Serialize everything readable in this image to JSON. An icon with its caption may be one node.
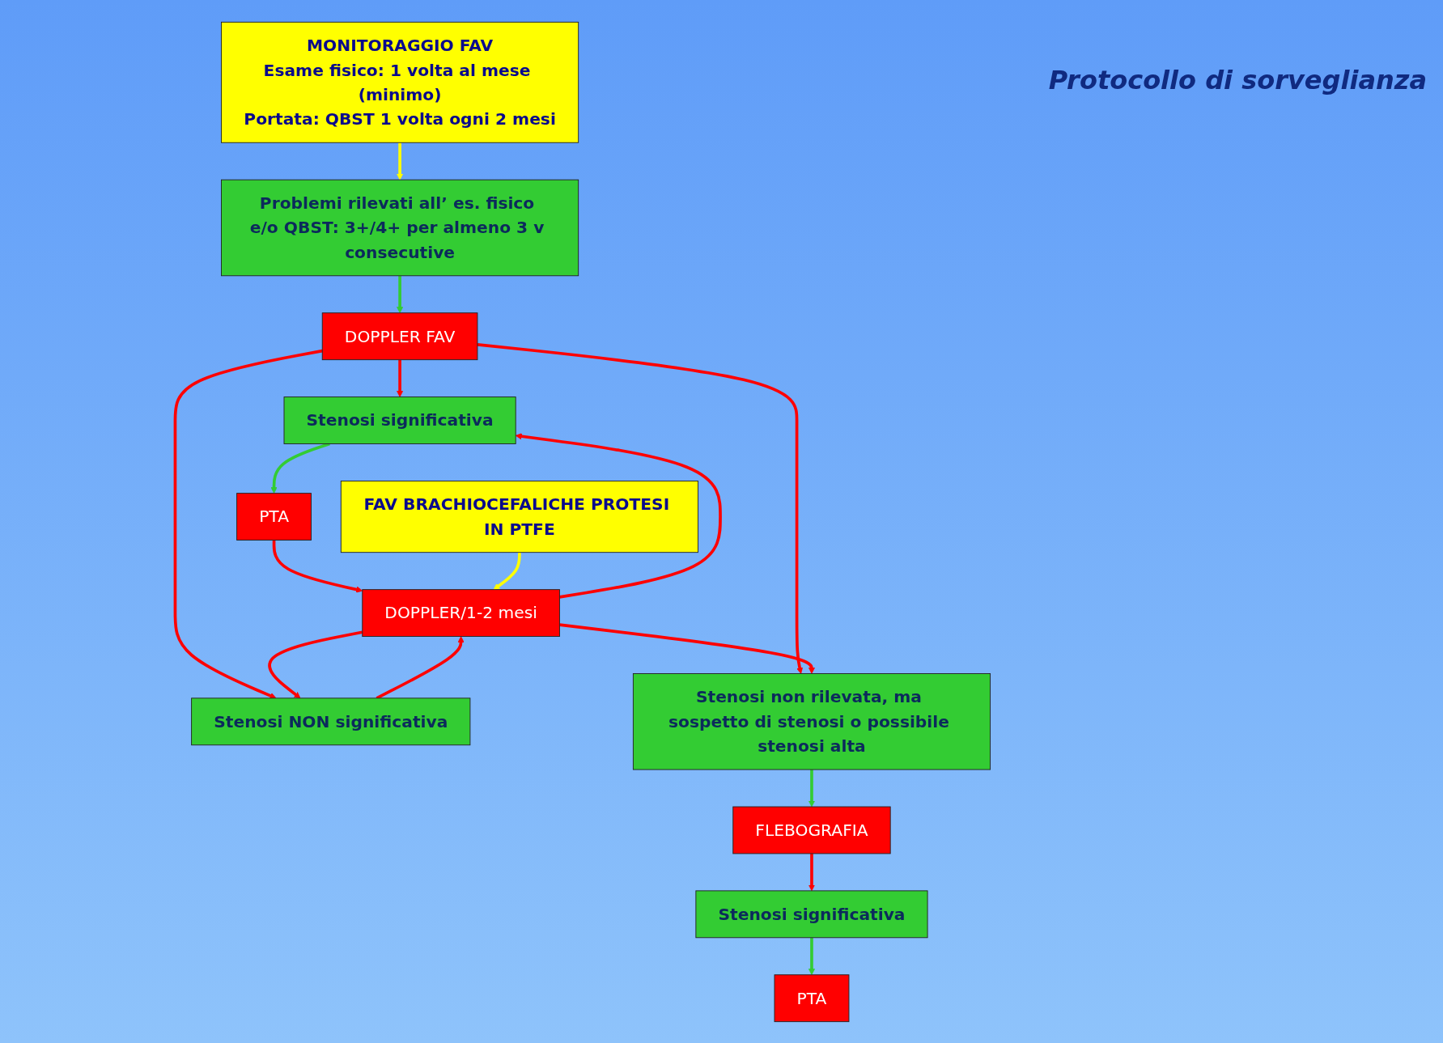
{
  "diagram": {
    "nodes": [
      {
        "text": [
          "MONITORAGGIO FAV",
          "Esame fisico: 1 volta al mese (minimo)",
          "Portata: QBST 1 volta ogni 2 mesi"
        ]
      },
      {
        "text": [
          "Problemi rilevati all’ es. fisico e/o QBST: 3+/4+ per almeno 3 v consecutive"
        ]
      },
      {
        "text": [
          "DOPPLER FAV"
        ]
      },
      {
        "text": [
          "Stenosi significativa"
        ]
      },
      {
        "text": [
          "Stenosi NON significativa"
        ]
      },
      {
        "text": [
          "Stenosi non rilevata, ma sospetto di stenosi o possibile stenosi alta"
        ]
      },
      {
        "text": [
          "PTA"
        ]
      },
      {
        "text": [
          "DOPPLER/1-2 mesi"
        ]
      },
      {
        "text": [
          "FLEBOGRAFIA"
        ]
      },
      {
        "text": [
          "Stenosi significativa"
        ]
      },
      {
        "text": [
          "PTA"
        ]
      },
      {
        "text": [
          "FAV BRACHIOCEFALICHE PROTESI IN PTFE"
        ]
      }
    ],
    "edges": [
      {
        "from": 0,
        "to": 1,
        "arrow": "to",
        "color": "#ffff00"
      },
      {
        "from": 1,
        "to": 2,
        "arrow": "to",
        "color": "#33cc33"
      },
      {
        "from": 2,
        "to": 5,
        "arrow": "to"
      },
      {
        "from": 2,
        "to": 3,
        "arrow": "to"
      },
      {
        "from": 2,
        "to": 4,
        "arrow": "to"
      },
      {
        "from": 3,
        "to": 6,
        "arrow": "to",
        "color": "#33cc33"
      },
      {
        "from": 6,
        "to": 7,
        "arrow": "to"
      },
      {
        "from": 7,
        "to": 3,
        "arrow": "to"
      },
      {
        "from": 7,
        "to": 4,
        "arrow": "to"
      },
      {
        "from": 4,
        "to": 7,
        "arrow": "to"
      },
      {
        "from": 7,
        "to": 5,
        "arrow": "to"
      },
      {
        "from": 5,
        "to": 8,
        "arrow": "to",
        "color": "#33cc33"
      },
      {
        "from": 8,
        "to": 9,
        "arrow": "to"
      },
      {
        "from": 9,
        "to": 10,
        "arrow": "to",
        "color": "#33cc33"
      },
      {
        "from": 11,
        "to": 7,
        "arrow": "to",
        "color": "#ffff00"
      }
    ],
    "labels": [
      "Protocollo di sorveglianza"
    ]
  }
}
